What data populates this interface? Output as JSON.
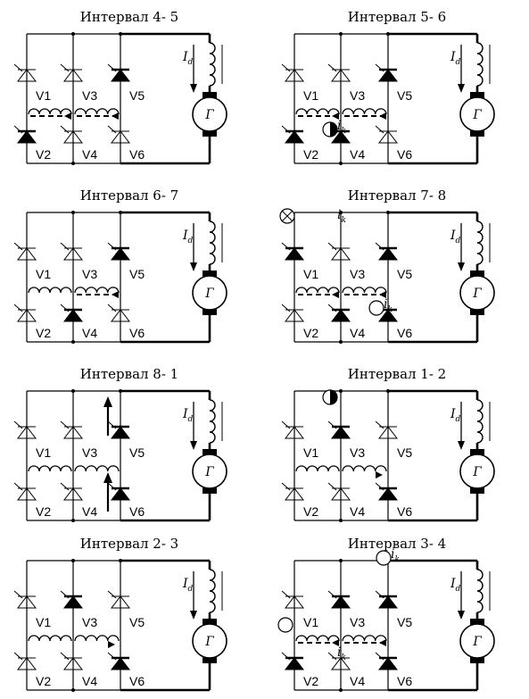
{
  "panels": [
    {
      "title": "Интервал 4-  5",
      "on": [
        "V5",
        "V2"
      ],
      "arrows_lower": [
        true,
        true
      ],
      "coil": "none",
      "ik": [],
      "circles": [],
      "big_arrows": false
    },
    {
      "title": "Интервал 5-  6",
      "on": [
        "V5",
        "V2",
        "V4"
      ],
      "arrows_lower": [
        true,
        true
      ],
      "coil": "none",
      "ik": [
        "lower12"
      ],
      "circles": [
        {
          "at": "lower12",
          "type": "half"
        }
      ],
      "big_arrows": false
    },
    {
      "title": "Интервал 6-  7",
      "on": [
        "V5",
        "V4"
      ],
      "arrows_lower": [
        false,
        true
      ],
      "coil": "v12",
      "ik": [],
      "circles": [],
      "big_arrows": false
    },
    {
      "title": "Интервал 7-  8",
      "on": [
        "V1",
        "V5",
        "V4",
        "V6"
      ],
      "arrows_lower": [
        true,
        true
      ],
      "coil": "none",
      "ik": [
        "top12",
        "lower23"
      ],
      "circles": [
        {
          "at": "top-left",
          "type": "cross"
        },
        {
          "at": "lower23",
          "type": "empty"
        }
      ],
      "big_arrows": false
    },
    {
      "title": "Интервал 8-  1",
      "on": [
        "V5",
        "V6"
      ],
      "arrows_lower": [
        false,
        false
      ],
      "coil": "both",
      "ik": [],
      "circles": [],
      "big_arrows": true
    },
    {
      "title": "Интервал 1-  2",
      "on": [
        "V3",
        "V6"
      ],
      "arrows_lower": [
        false,
        false
      ],
      "coil": "v23arrow",
      "ik": [],
      "circles": [
        {
          "at": "top12",
          "type": "half"
        }
      ],
      "big_arrows": false
    },
    {
      "title": "Интервал 2-  3",
      "on": [
        "V3",
        "V6"
      ],
      "arrows_lower": [
        false,
        false
      ],
      "coil": "v23arrow",
      "ik": [],
      "circles": [],
      "big_arrows": false
    },
    {
      "title": "Интервал 3-  4",
      "on": [
        "V3",
        "V5",
        "V2",
        "V6"
      ],
      "arrows_lower": [
        true,
        true
      ],
      "coil": "none",
      "ik": [
        "top23",
        "lower12"
      ],
      "circles": [
        {
          "at": "top23",
          "type": "empty"
        },
        {
          "at": "left",
          "type": "empty"
        }
      ],
      "big_arrows": false
    }
  ],
  "labels": {
    "V1": "V1",
    "V2": "V2",
    "V3": "V3",
    "V4": "V4",
    "V5": "V5",
    "V6": "V6",
    "current": "I",
    "current_sub": "d",
    "ik": "i",
    "ik_sub": "k",
    "generator": "Г"
  }
}
